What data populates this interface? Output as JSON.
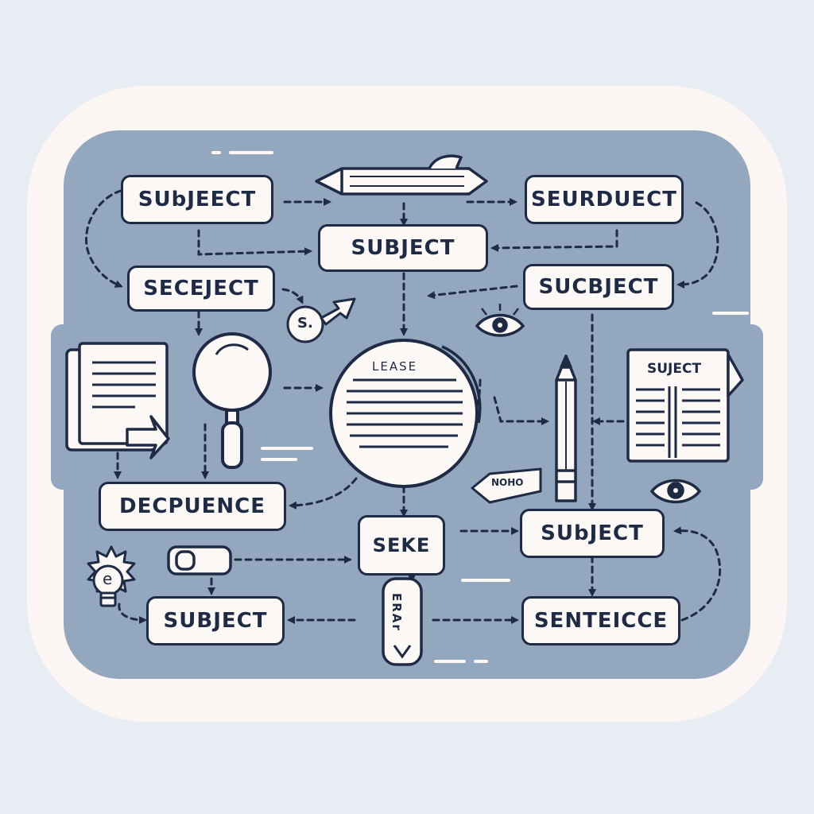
{
  "nodes": {
    "top_left": "SUbJEECT",
    "top_center": "SUBJECT",
    "top_right": "SEURDUECT",
    "mid_left": "SECEJECT",
    "mid_right": "SUCBJECT",
    "s_bubble": "S.",
    "circle_label": "LEASE",
    "book_label": "SUJECT",
    "tag_label": "NOHO",
    "decpuence": "DECPUENCE",
    "seke": "SEKE",
    "subject_right": "SUbJECT",
    "subject_bottom_left": "SUBJECT",
    "sentence": "SENTEICCE",
    "vertical_tab": "ERAr",
    "bulb_letter": "e"
  },
  "colors": {
    "background": "#e8edf4",
    "frame": "#fbf6f3",
    "panel": "#93a7be",
    "ink": "#1f2a44",
    "box_fill": "#fbf8f5"
  },
  "icons": [
    "pencil-icon",
    "eye-icon",
    "magnifier-icon",
    "book-icon",
    "lightbulb-icon",
    "document-icon",
    "toggle-icon"
  ]
}
